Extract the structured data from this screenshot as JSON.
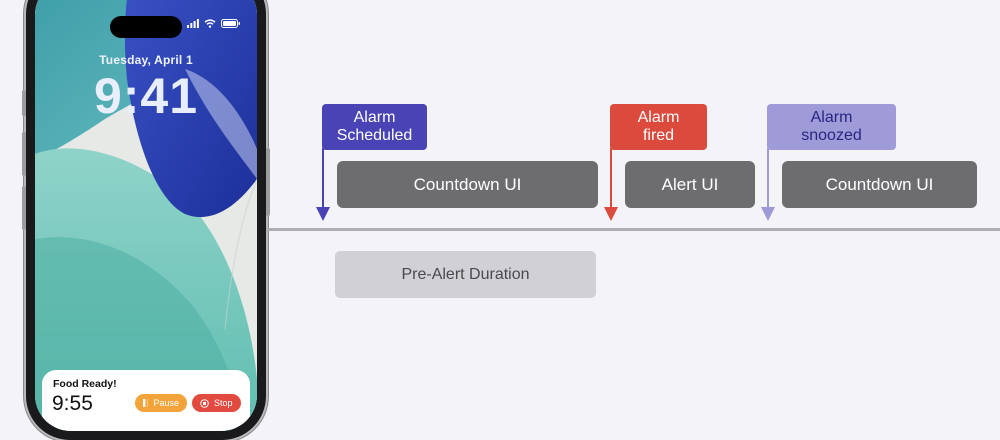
{
  "phone": {
    "date": "Tuesday, April 1",
    "time": "9:41",
    "status_icons": [
      "signal-icon",
      "wifi-icon",
      "battery-icon"
    ],
    "live_activity": {
      "title": "Food Ready!",
      "timer": "9:55",
      "pause_label": "Pause",
      "stop_label": "Stop",
      "pause_color": "#f2a33a",
      "stop_color": "#e24a3f"
    }
  },
  "events": [
    {
      "id": "scheduled",
      "label": "Alarm\nScheduled",
      "bg": "#4a43b5",
      "fg": "#ffffff"
    },
    {
      "id": "fired",
      "label": "Alarm\nfired",
      "bg": "#db4a3c",
      "fg": "#ffffff"
    },
    {
      "id": "snoozed",
      "label": "Alarm\nsnoozed",
      "bg": "#9e9bd8",
      "fg": "#2a2580"
    }
  ],
  "ui_states": [
    {
      "id": "countdown-1",
      "label": "Countdown UI"
    },
    {
      "id": "alert",
      "label": "Alert UI"
    },
    {
      "id": "countdown-2",
      "label": "Countdown UI"
    }
  ],
  "duration": {
    "label": "Pre-Alert Duration"
  },
  "colors": {
    "background": "#f4f3f7",
    "timeline": "#aeaeb2",
    "ui_block": "#6d6d70",
    "duration_block": "#d1d1d5"
  }
}
